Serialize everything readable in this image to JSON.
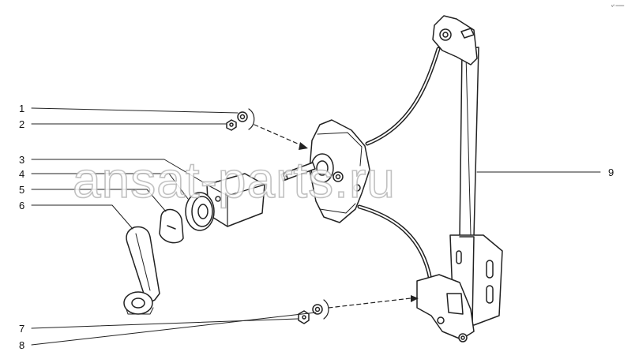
{
  "diagram": {
    "corner_mark": "v² ═══",
    "watermark": "ansat-parts.ru",
    "callouts": [
      "1",
      "2",
      "3",
      "4",
      "5",
      "6",
      "7",
      "8",
      "9"
    ]
  },
  "parts": [
    {
      "id": "1",
      "name": "washer"
    },
    {
      "id": "2",
      "name": "nut"
    },
    {
      "id": "3",
      "name": "pad"
    },
    {
      "id": "4",
      "name": "ring"
    },
    {
      "id": "5",
      "name": "clip"
    },
    {
      "id": "6",
      "name": "crank-handle"
    },
    {
      "id": "7",
      "name": "nut"
    },
    {
      "id": "8",
      "name": "washer"
    },
    {
      "id": "9",
      "name": "window-regulator"
    }
  ],
  "colors": {
    "line": "#222222",
    "watermark_outline": "#b7b7b7",
    "background": "#ffffff"
  }
}
